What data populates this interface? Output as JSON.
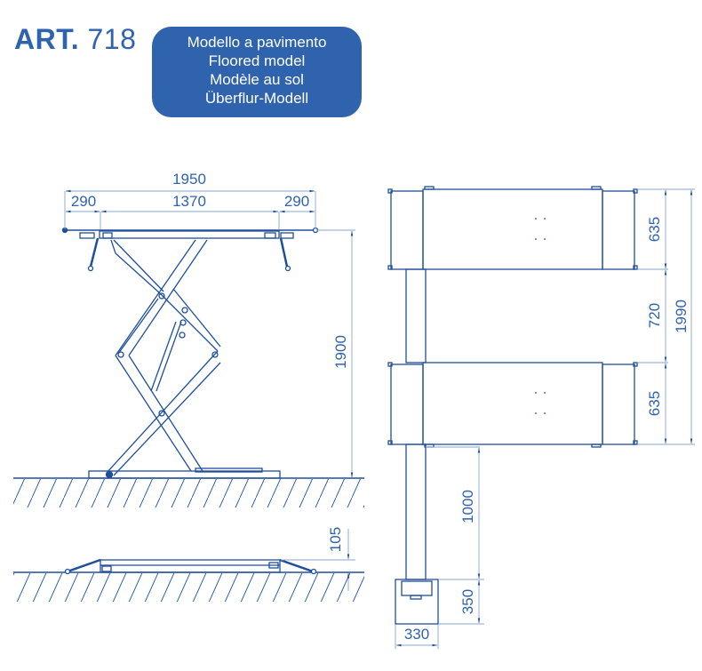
{
  "header": {
    "art_label": "ART.",
    "art_number": "718",
    "model_lines": [
      "Modello a pavimento",
      "Floored model",
      "Modèle au sol",
      "Überflur-Modell"
    ]
  },
  "colors": {
    "primary_blue": "#2f63ae",
    "line_blue": "#1f4f9a",
    "dim_line": "#8aa6d2",
    "background": "#ffffff"
  },
  "side_view": {
    "dimensions": {
      "overall_width": "1950",
      "left_extension": "290",
      "platform_length": "1370",
      "right_extension": "290",
      "max_height": "1900"
    }
  },
  "lowered_view": {
    "dimensions": {
      "min_height": "105"
    }
  },
  "top_view": {
    "dimensions": {
      "platform_width_1": "635",
      "gap": "720",
      "platform_width_2": "635",
      "overall_width": "1990",
      "hose_length": "1000",
      "control_unit_depth": "350",
      "control_unit_width": "330"
    }
  }
}
